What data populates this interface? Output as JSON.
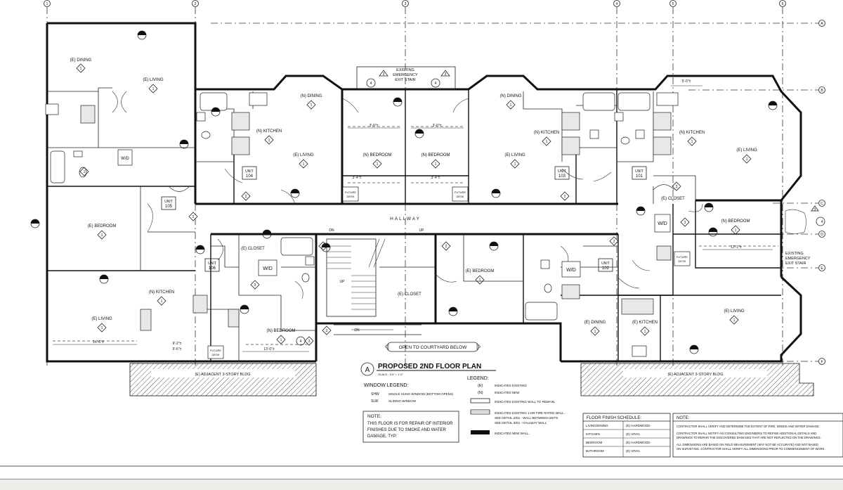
{
  "grid": {
    "columns": [
      "1",
      "2",
      "3",
      "4",
      "5",
      "6"
    ],
    "rows": [
      "A",
      "B",
      "C",
      "D",
      "E",
      "F"
    ]
  },
  "rooms": {
    "dining_105": "(E) DINING",
    "living_105": "(E) LIVING",
    "bedroom_105": "(E) BEDROOM",
    "dining_104": "(N) DINING",
    "kitchen_104": "(N) KITCHEN",
    "living_104": "(E) LIVING",
    "bedroom_104": "(N) BEDROOM",
    "bedroom_103": "(N) BEDROOM",
    "dining_103": "(N) DINING",
    "kitchen_103": "(N) KITCHEN",
    "living_103": "(E) LIVING",
    "kitchen_101": "(N) KITCHEN",
    "living_101": "(E) LIVING",
    "closet_101": "(E) CLOSET",
    "bedroom_101": "(N) BEDROOM",
    "hallway": "HALLWAY",
    "closet_106": "(E) CLOSET",
    "kitchen_106": "(N) KITCHEN",
    "living_106": "(E) LIVING",
    "bedroom_106": "(N) BEDROOM",
    "closet_stair": "(E) CLOSET",
    "bedroom_102": "(E) BEDROOM",
    "dining_102": "(E) DINING",
    "kitchen_102": "(E) KITCHEN",
    "living_102": "(E) LIVING"
  },
  "units": {
    "u104": "UNIT\n104",
    "u103": "UNIT\n103",
    "u101": "UNIT\n101",
    "u105": "UNIT\n105",
    "u106": "UNIT\n106",
    "u102": "UNIT\n102"
  },
  "unit_labels": {
    "unit": "UNIT",
    "n104": "104",
    "n103": "103",
    "n101": "101",
    "n105": "105",
    "n106": "106",
    "n102": "102"
  },
  "tags": {
    "wd": "W/D",
    "future_desk": "FUTURE",
    "desk": "DESK",
    "up": "UP",
    "dn": "DN",
    "existing_stair_1": "EXISTING",
    "existing_stair_2": "EMERGENCY",
    "existing_stair_3": "EXIT STAIR",
    "existing_right_1": "EXISTING",
    "existing_right_2": "EMERGENCY",
    "existing_right_3": "EXIT STAIR",
    "courtyard": "OPEN TO COURTYARD BELOW",
    "adjacent_left": "(E) ADJACENT 3-STORY BLDG",
    "adjacent_right": "(E) ADJACENT 3-STORY BLDG"
  },
  "dimensions": {
    "d1": "5'-0\"±",
    "d2": "3'-0\"±",
    "d3": "3'-0\"±",
    "d4": "12'-1\"±",
    "d5": "14'-6\"±",
    "d6": "13'-0\"±",
    "d7": "9'-2\"±",
    "d8": "5'-6\"±",
    "d9": "3'-4\"±",
    "d10": "3'-4\"±"
  },
  "title": {
    "letter": "A",
    "main": "PROPOSED 2ND FLOOR PLAN",
    "scale": "SCALE : 1/4\" = 1'-0\""
  },
  "window_legend": {
    "heading": "WINDOW LEGEND:",
    "shw_code": "SHW",
    "shw_text": "SINGLE HUNG WINDOW (BOTTOM OPENS)",
    "slw_code": "SLW",
    "slw_text": "SLIDING WINDOW"
  },
  "legend": {
    "heading": "LEGEND:",
    "e_code": "(E)",
    "e_text": "INDICATES EXISTING",
    "n_code": "(N)",
    "n_text": "INDICATES NEW",
    "wall_remain": "INDICATES EXISTING WALL TO REMAIN.",
    "rated_1": "INDICATES EXISTING 1-HR FIRE RATED WALL.",
    "rated_2": "SEE DETAIL 2/D1 - WALL BETWEEN UNITS",
    "rated_3": "SEE DETAIL 3/D1 - HALLWAY WALL",
    "new_wall": "INDICATES NEW WALL."
  },
  "note_box": {
    "heading": "NOTE:",
    "line1": "THIS FLOOR IS FOR REPAIR OF INTERIOR",
    "line2": "FINISHES DUE TO SMOKE AND WATER",
    "line3": "DAMAGE, TYP."
  },
  "finish_schedule": {
    "heading": "FLOOR FINISH SCHEDULE:",
    "rows": [
      {
        "room": "LIVING/DINING",
        "finish": "(E) HARDWOOD"
      },
      {
        "room": "KITCHEN",
        "finish": "(E) VINYL"
      },
      {
        "room": "BEDROOM",
        "finish": "(E) HARDWOOD"
      },
      {
        "room": "BATHROOM",
        "finish": "(E) VINYL"
      }
    ]
  },
  "general_notes": {
    "heading": "NOTE:",
    "n1": "CONTRACTOR SHALL VERIFY AND DETERMINE THE EXTENT OF FIRE, SMOKE AND WATER DAMAGE.",
    "n2a": "CONTRACTOR SHALL NOTIFY ASI CONSULTING ENGINEERS TO REFINE ADDITIONAL DETAILS AND",
    "n2b": "DRAWINGS TO REPAIR THE DISCOVERED DAMAGES THAT ARE NOT REFLECTED ON THE DRAWINGS.",
    "n3a": "ALL DIMENSIONS ARE BASED ON FIELD MEASUREMENT (MAY NOT BE ACCURATE) AND NOT BASED",
    "n3b": "ON SURVEYING. CONTRACTOR SHALL VERIFY ALL DIMENSIONS PRIOR TO COMMENCEMENT OF WORK."
  },
  "keynote": "1",
  "keynote_2": "2",
  "keynote_3": "3",
  "keynote_4": "4"
}
